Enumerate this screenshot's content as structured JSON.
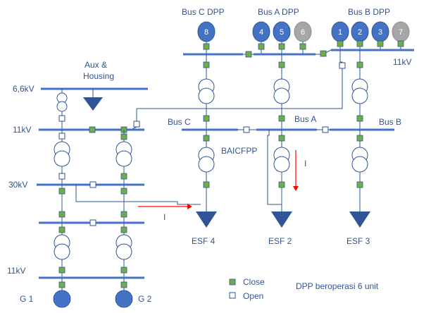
{
  "labels": {
    "bus_c_dpp": "Bus C DPP",
    "bus_a_dpp": "Bus A DPP",
    "bus_b_dpp": "Bus B DPP",
    "kv11_top": "11kV",
    "aux_housing_line1": "Aux &",
    "aux_housing_line2": "Housing",
    "kv66": "6,6kV",
    "kv11_left": "11kV",
    "bus_c": "Bus C",
    "bus_a": "Bus A",
    "bus_b": "Bus B",
    "baicfpp": "BAICFPP",
    "kv30": "30kV",
    "current_vertical": "I",
    "current_horizontal": "I",
    "esf4": "ESF 4",
    "esf2": "ESF 2",
    "esf3": "ESF 3",
    "kv11_bottom": "11kV",
    "g1": "G 1",
    "g2": "G 2"
  },
  "generators": [
    {
      "number": "8",
      "status": "on"
    },
    {
      "number": "4",
      "status": "on"
    },
    {
      "number": "5",
      "status": "on"
    },
    {
      "number": "6",
      "status": "off"
    },
    {
      "number": "1",
      "status": "on"
    },
    {
      "number": "2",
      "status": "on"
    },
    {
      "number": "3",
      "status": "on"
    },
    {
      "number": "7",
      "status": "off"
    }
  ],
  "legend": {
    "close_label": "Close",
    "open_label": "Open",
    "close_color": "#70AD47",
    "open_color": "#FFFFFF"
  },
  "status_note": "DPP beroperasi 6 unit",
  "colors": {
    "bus": "#4472C4",
    "text": "#2F5597",
    "current_arrow": "#FF0000",
    "generator_running": "#4472C4",
    "generator_stopped": "#A6A6A6"
  }
}
